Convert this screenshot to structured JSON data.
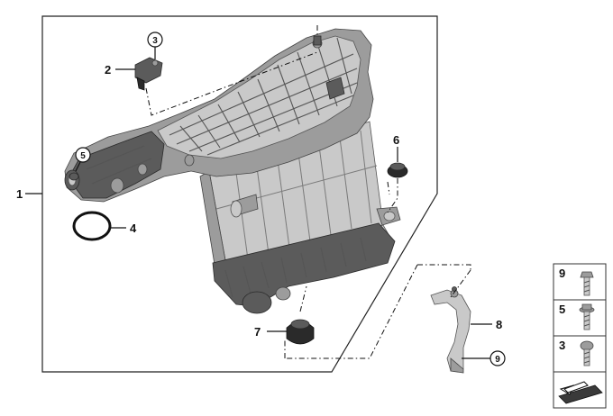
{
  "callouts": {
    "item_1": "1",
    "item_2": "2",
    "item_3": "3",
    "item_4": "4",
    "item_5": "5",
    "item_6": "6",
    "item_7": "7",
    "item_8": "8",
    "item_9": "9"
  },
  "legend": {
    "rows": [
      {
        "label": "9",
        "icon": "bolt-flange-icon"
      },
      {
        "label": "5",
        "icon": "bolt-washer-icon"
      },
      {
        "label": "3",
        "icon": "screw-round-head-icon"
      }
    ],
    "footer_icon": "arrow-sheet-icon"
  }
}
